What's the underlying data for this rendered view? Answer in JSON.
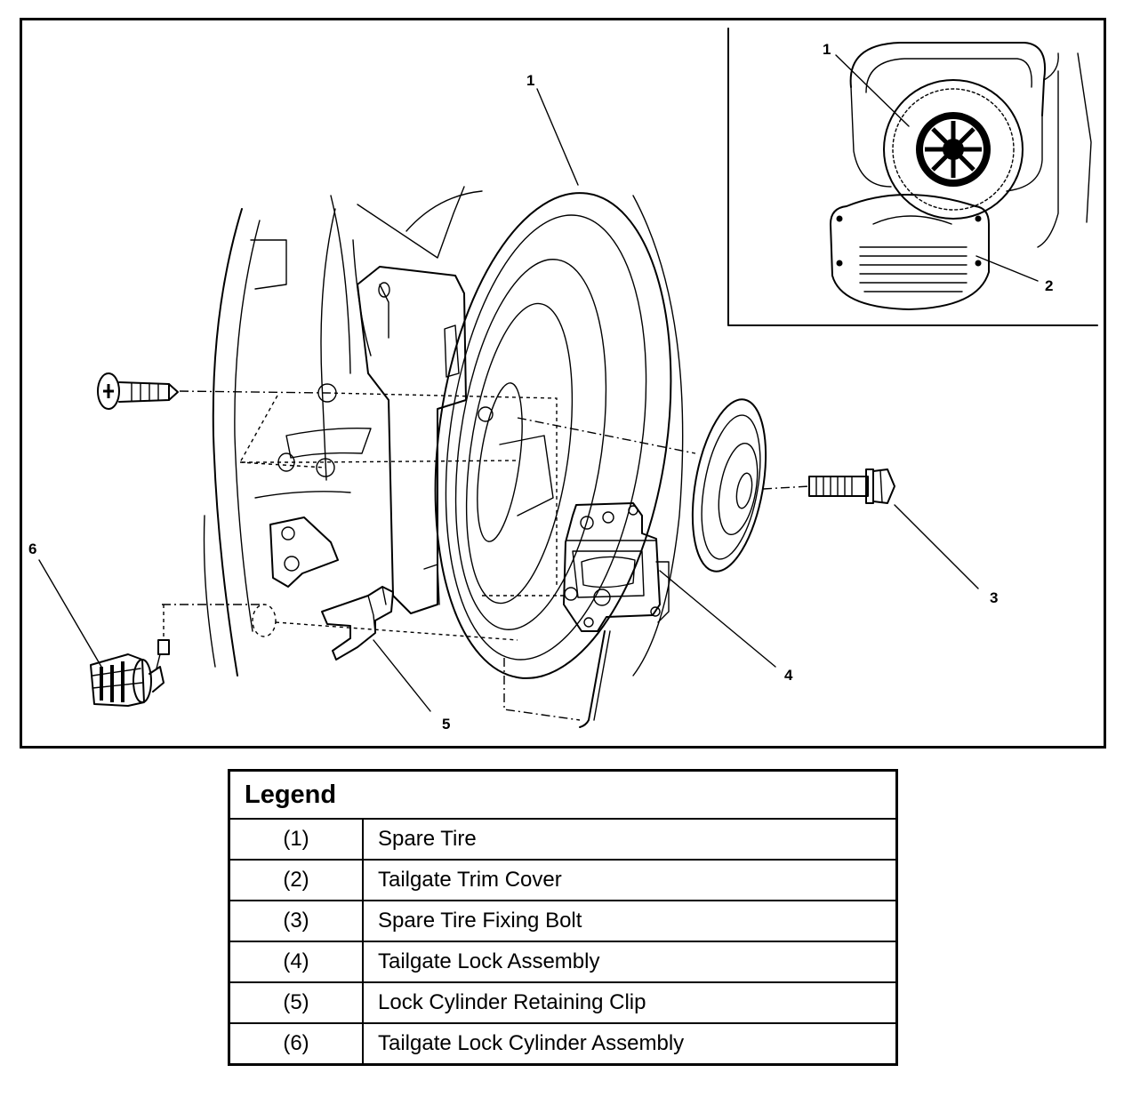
{
  "diagram": {
    "callouts": [
      "1",
      "2",
      "3",
      "4",
      "5",
      "6"
    ],
    "inset_callouts": [
      "1",
      "2"
    ]
  },
  "legend": {
    "title": "Legend",
    "rows": [
      {
        "number": "(1)",
        "label": "Spare Tire"
      },
      {
        "number": "(2)",
        "label": "Tailgate Trim Cover"
      },
      {
        "number": "(3)",
        "label": "Spare Tire Fixing Bolt"
      },
      {
        "number": "(4)",
        "label": "Tailgate Lock Assembly"
      },
      {
        "number": "(5)",
        "label": "Lock Cylinder Retaining Clip"
      },
      {
        "number": "(6)",
        "label": "Tailgate Lock Cylinder Assembly"
      }
    ]
  }
}
